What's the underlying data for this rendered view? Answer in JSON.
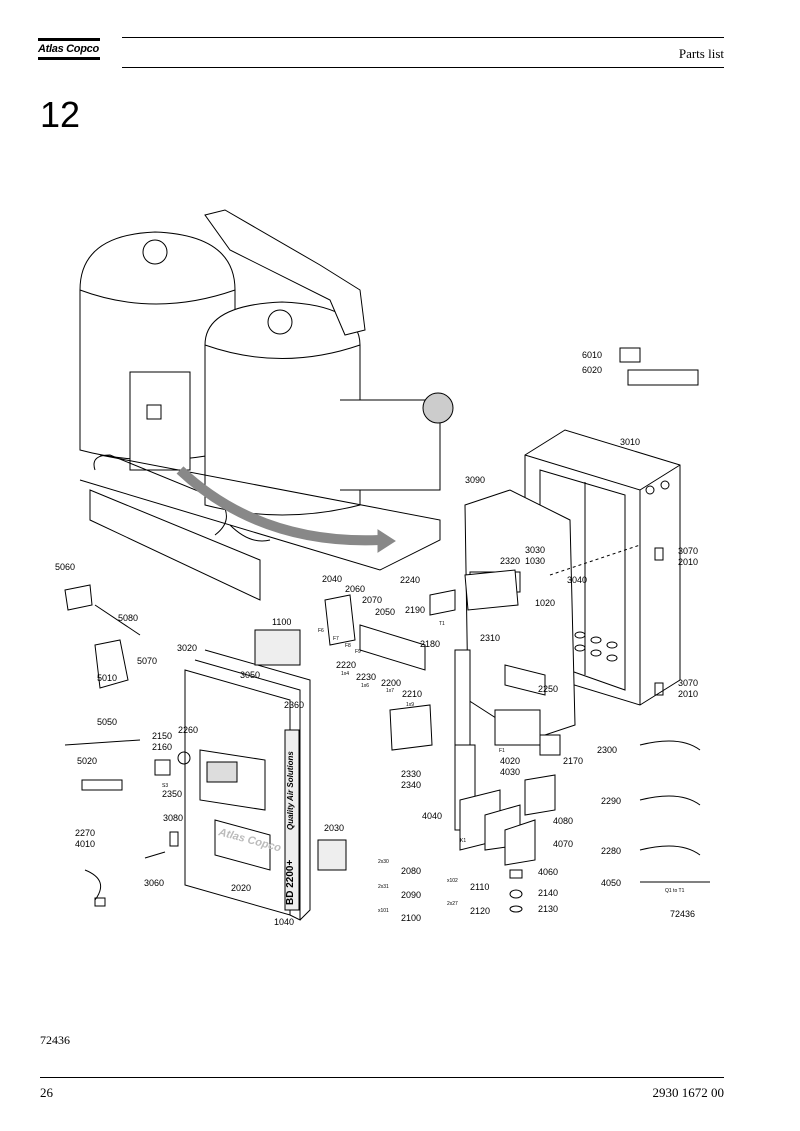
{
  "header": {
    "logo_text": "Atlas Copco",
    "title": "Parts list"
  },
  "section": {
    "number": "12"
  },
  "diagram": {
    "figure_id": "72436",
    "part_labels": {
      "p6010": "6010",
      "p6020": "6020",
      "p3010": "3010",
      "p3090": "3090",
      "p3030": "3030",
      "p1030": "1030",
      "p2320": "2320",
      "p3040": "3040",
      "p1020": "1020",
      "p3070a": "3070",
      "p2010a": "2010",
      "p5060": "5060",
      "p2040": "2040",
      "p2060": "2060",
      "p2070": "2070",
      "p2050": "2050",
      "p2240": "2240",
      "p2190": "2190",
      "p5080": "5080",
      "p5070": "5070",
      "p1100": "1100",
      "p2180": "2180",
      "p2310": "2310",
      "p2220": "2220",
      "p2230": "2230",
      "p2200": "2200",
      "p2210": "2210",
      "p5010": "5010",
      "p3020": "3020",
      "p3050": "3050",
      "p2250": "2250",
      "p3070b": "3070",
      "p2010b": "2010",
      "p5050": "5050",
      "p2360": "2360",
      "p2150": "2150",
      "p2160": "2160",
      "p2260": "2260",
      "p2300": "2300",
      "p5020": "5020",
      "p2350": "2350",
      "p2330": "2330",
      "p2340": "2340",
      "p4020": "4020",
      "p4030": "4030",
      "p2170": "2170",
      "p3080": "3080",
      "p2290": "2290",
      "p4040": "4040",
      "p4080": "4080",
      "p2270": "2270",
      "p4010": "4010",
      "p2030": "2030",
      "p4070": "4070",
      "p2280": "2280",
      "p3060": "3060",
      "p2080": "2080",
      "p4060": "4060",
      "p4050": "4050",
      "p2020": "2020",
      "p2090": "2090",
      "p2110": "2110",
      "p2140": "2140",
      "p2100": "2100",
      "p2120": "2120",
      "p2130": "2130",
      "p1040": "1040"
    },
    "small_marks": {
      "q1_to_t1": "Q1 to T1",
      "f1": "F1",
      "t1": "T1",
      "k1": "K1",
      "s3": "S3",
      "x1x4": "1x4",
      "x1x6": "1x6",
      "x1x7": "1x7",
      "x1x9": "1x9",
      "x2x30": "2x30",
      "x2x31": "2x31",
      "x2x27": "2x27",
      "x102": "x102",
      "x101": "x101",
      "f6": "F6",
      "f7": "F7",
      "f8": "F8",
      "f9": "F9"
    },
    "panel_texts": {
      "quality": "Quality Air Solutions",
      "model": "BD 2200+",
      "brand": "Atlas Copco"
    }
  },
  "footer": {
    "page_number": "26",
    "doc_number": "2930 1672 00"
  }
}
